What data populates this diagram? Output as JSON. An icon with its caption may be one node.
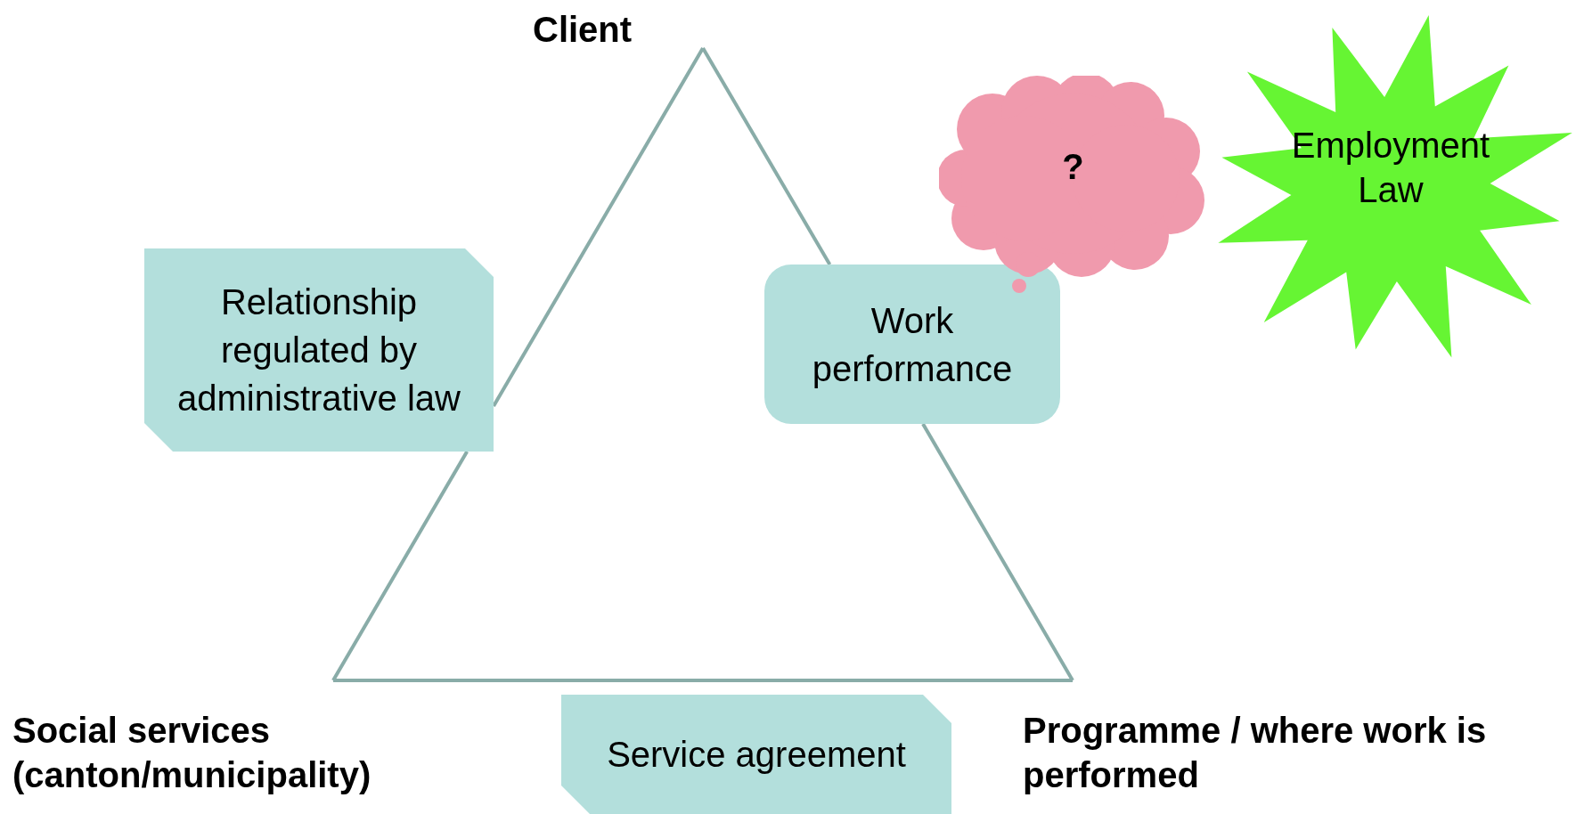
{
  "diagram": {
    "nodes": [
      {
        "text": [
          "Client"
        ]
      },
      {
        "text": [
          "Social services (canton/municipality)"
        ]
      },
      {
        "text": [
          "Programme / where work is performed"
        ]
      },
      {
        "text": [
          "Relationship regulated by administrative law"
        ]
      },
      {
        "text": [
          "Work performance"
        ]
      },
      {
        "text": [
          "Service agreement"
        ]
      },
      {
        "text": [
          "?"
        ]
      },
      {
        "text": [
          "Employment Law"
        ]
      }
    ],
    "edges": [
      {
        "from": 0,
        "to": 3,
        "arrow": "none"
      },
      {
        "from": 3,
        "to": 1,
        "arrow": "none"
      },
      {
        "from": 0,
        "to": 4,
        "arrow": "none"
      },
      {
        "from": 4,
        "to": 2,
        "arrow": "none"
      },
      {
        "from": 1,
        "to": 2,
        "arrow": "none"
      }
    ]
  }
}
